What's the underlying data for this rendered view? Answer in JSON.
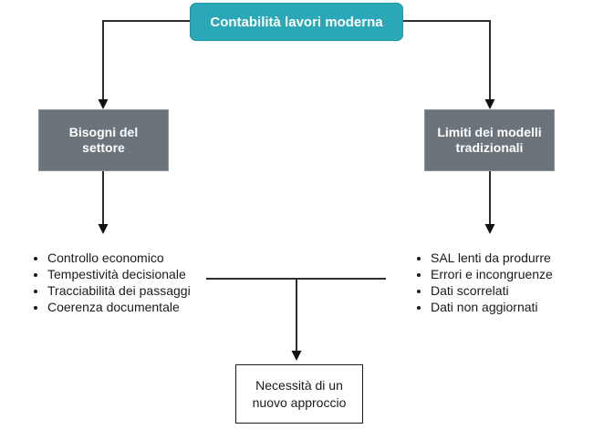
{
  "diagram": {
    "root": {
      "label": "Contabilità lavori moderna"
    },
    "branches": [
      {
        "label": "Bisogni del settore",
        "items": [
          "Controllo economico",
          "Tempestività decisionale",
          "Tracciabilità dei passaggi",
          "Coerenza documentale"
        ]
      },
      {
        "label": "Limiti dei modelli tradizionali",
        "items": [
          "SAL lenti da produrre",
          "Errori e incongruenze",
          "Dati scorrelati",
          "Dati non aggiornati"
        ]
      }
    ],
    "outcome": {
      "label": "Necessità di un nuovo approccio"
    }
  },
  "colors": {
    "accent_teal": "#2aa8b8",
    "accent_teal_border": "#2196a6",
    "node_gray": "#6b747b",
    "gray_border": "#8d959b",
    "line": "#2e2e2e",
    "arrow": "#111111",
    "text_dark": "#1a1a1a",
    "background": "#ffffff"
  }
}
